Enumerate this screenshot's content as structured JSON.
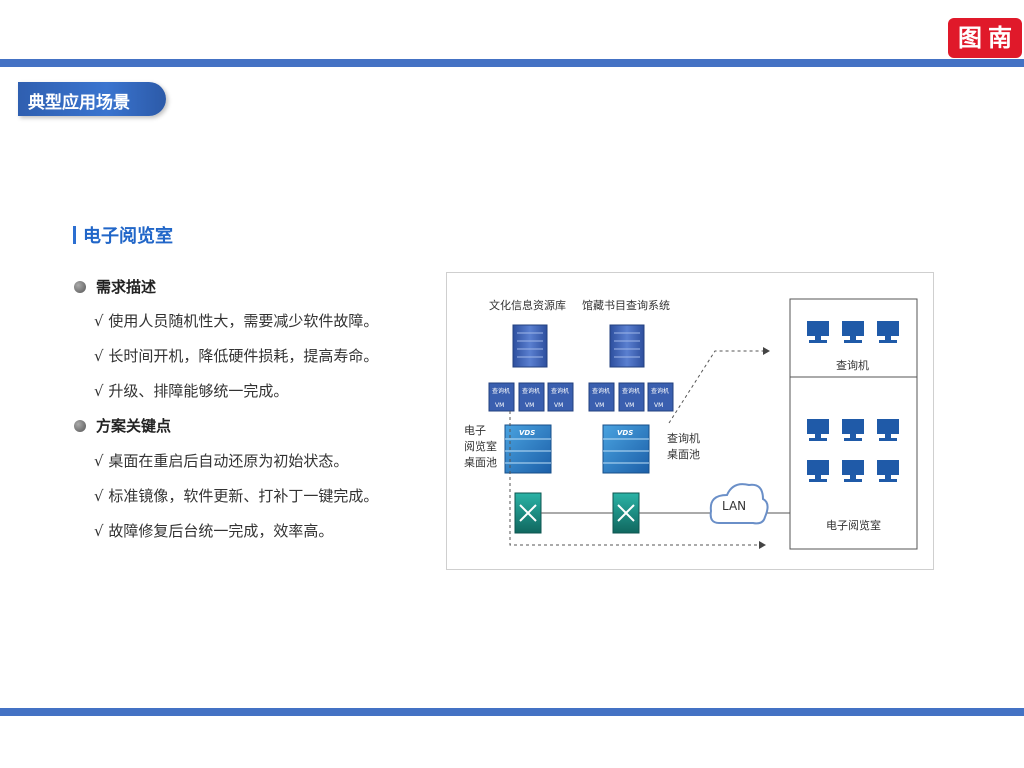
{
  "header": {
    "logo_text": [
      "图",
      "南"
    ],
    "section_tag": "典型应用场景"
  },
  "content": {
    "subtitle": "电子阅览室",
    "sections": [
      {
        "heading": "需求描述",
        "items": [
          "√ 使用人员随机性大，需要减少软件故障。",
          "√ 长时间开机，降低硬件损耗，提高寿命。",
          "√ 升级、排障能够统一完成。"
        ]
      },
      {
        "heading": "方案关键点",
        "items": [
          "√ 桌面在重启后自动还原为初始状态。",
          "√ 标准镜像，软件更新、打补丁一键完成。",
          "√ 故障修复后台统一完成，效率高。"
        ]
      }
    ]
  },
  "diagram": {
    "server1_label": "文化信息资源库",
    "server2_label": "馆藏书目查询系统",
    "vm_small_label": "查询机",
    "vm_label": "VM",
    "vds_label": "VDS",
    "pool1_label": [
      "电子",
      "阅览室",
      "桌面池"
    ],
    "pool2_label": [
      "查询机",
      "桌面池"
    ],
    "lan_label": "LAN",
    "room1_label": "查询机",
    "room2_label": "电子阅览室"
  },
  "colors": {
    "accent_blue": "#4472c4",
    "title_blue": "#2166c8",
    "logo_red": "#e0192a",
    "server_blue": "#3f63b5",
    "switch_teal": "#1a8f86"
  }
}
